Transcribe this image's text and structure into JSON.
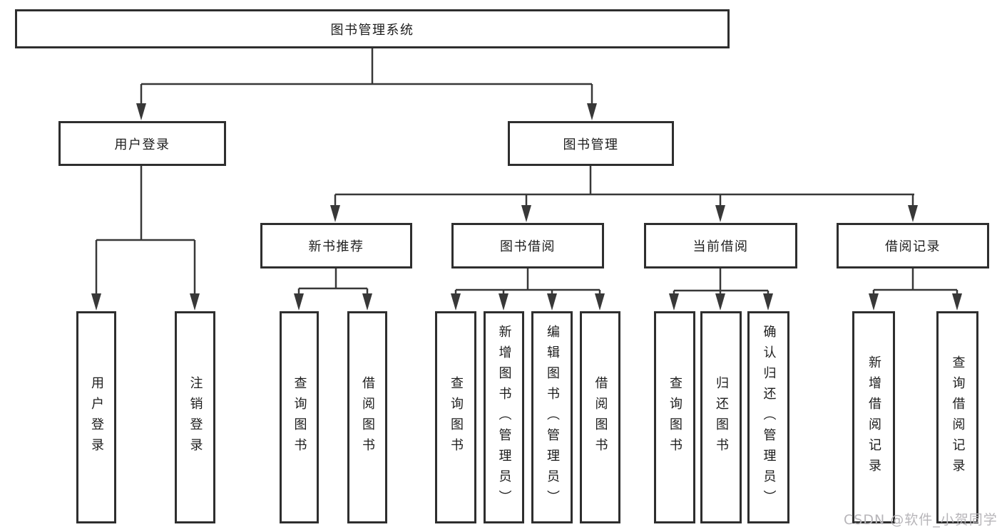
{
  "diagram": {
    "title": "图书管理系统",
    "level2": {
      "user_login": "用户登录",
      "book_mgmt": "图书管理"
    },
    "level3": {
      "new_book_rec": "新书推荐",
      "book_borrow": "图书借阅",
      "current_borrow": "当前借阅",
      "borrow_records": "借阅记录"
    },
    "leaves": {
      "user_login_leaf": "用户登录",
      "logout": "注销登录",
      "query_books_rec": "查询图书",
      "borrow_books_rec": "借阅图书",
      "query_books_borrow": "查询图书",
      "add_book_admin": "新增图书（管理员）",
      "edit_book_admin": "编辑图书（管理员）",
      "borrow_books_borrow": "借阅图书",
      "query_books_current": "查询图书",
      "return_books": "归还图书",
      "confirm_return_admin": "确认归还（管理员）",
      "add_borrow_record": "新增借阅记录",
      "query_borrow_record": "查询借阅记录"
    }
  },
  "watermark": "CSDN @软件_小贺同学",
  "colors": {
    "background": "#ffffff",
    "box_border": "#2e2e2e",
    "connector": "#383838",
    "text": "#1d1d1d",
    "watermark": "#b7b5b9"
  }
}
